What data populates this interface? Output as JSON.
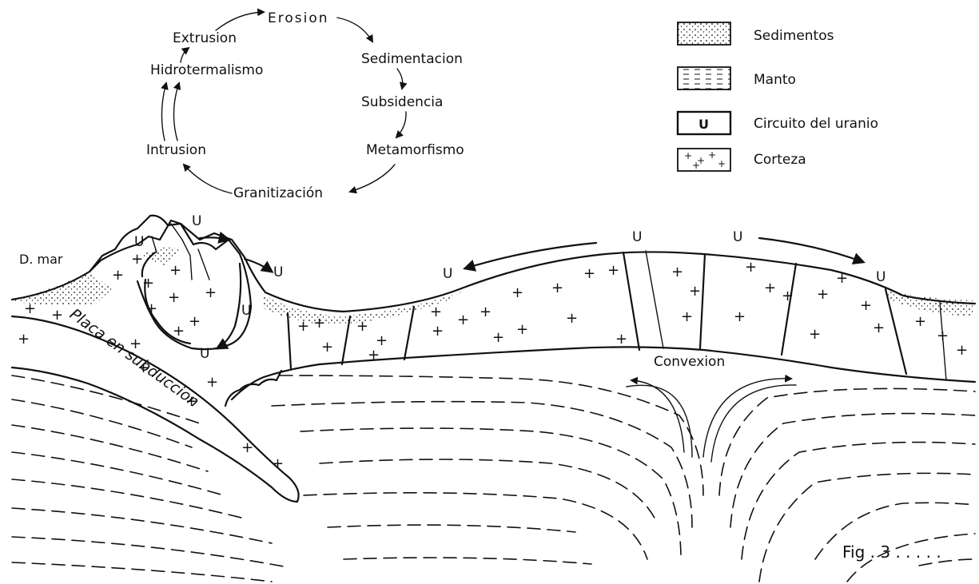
{
  "cycle": {
    "erosion": "Erosion",
    "sedimentacion": "Sedimentacion",
    "subsidencia": "Subsidencia",
    "metamorfismo": "Metamorfismo",
    "granitizacion": "Granitización",
    "intrusion": "Intrusion",
    "hidrotermalismo": "Hidrotermalismo",
    "extrusion": "Extrusion"
  },
  "legend": {
    "items": [
      {
        "symbol": "",
        "label": "Sedimentos"
      },
      {
        "symbol": "",
        "label": "Manto"
      },
      {
        "symbol": "U",
        "label": "Circuito del uranio"
      },
      {
        "symbol": "",
        "label": "Corteza"
      }
    ]
  },
  "section": {
    "u_marker": "U",
    "d_mar": "D. mar",
    "placa": "Placa en subduccion",
    "convexion": "Convexion",
    "fig_label": "Fig . 3 . . . . ."
  }
}
